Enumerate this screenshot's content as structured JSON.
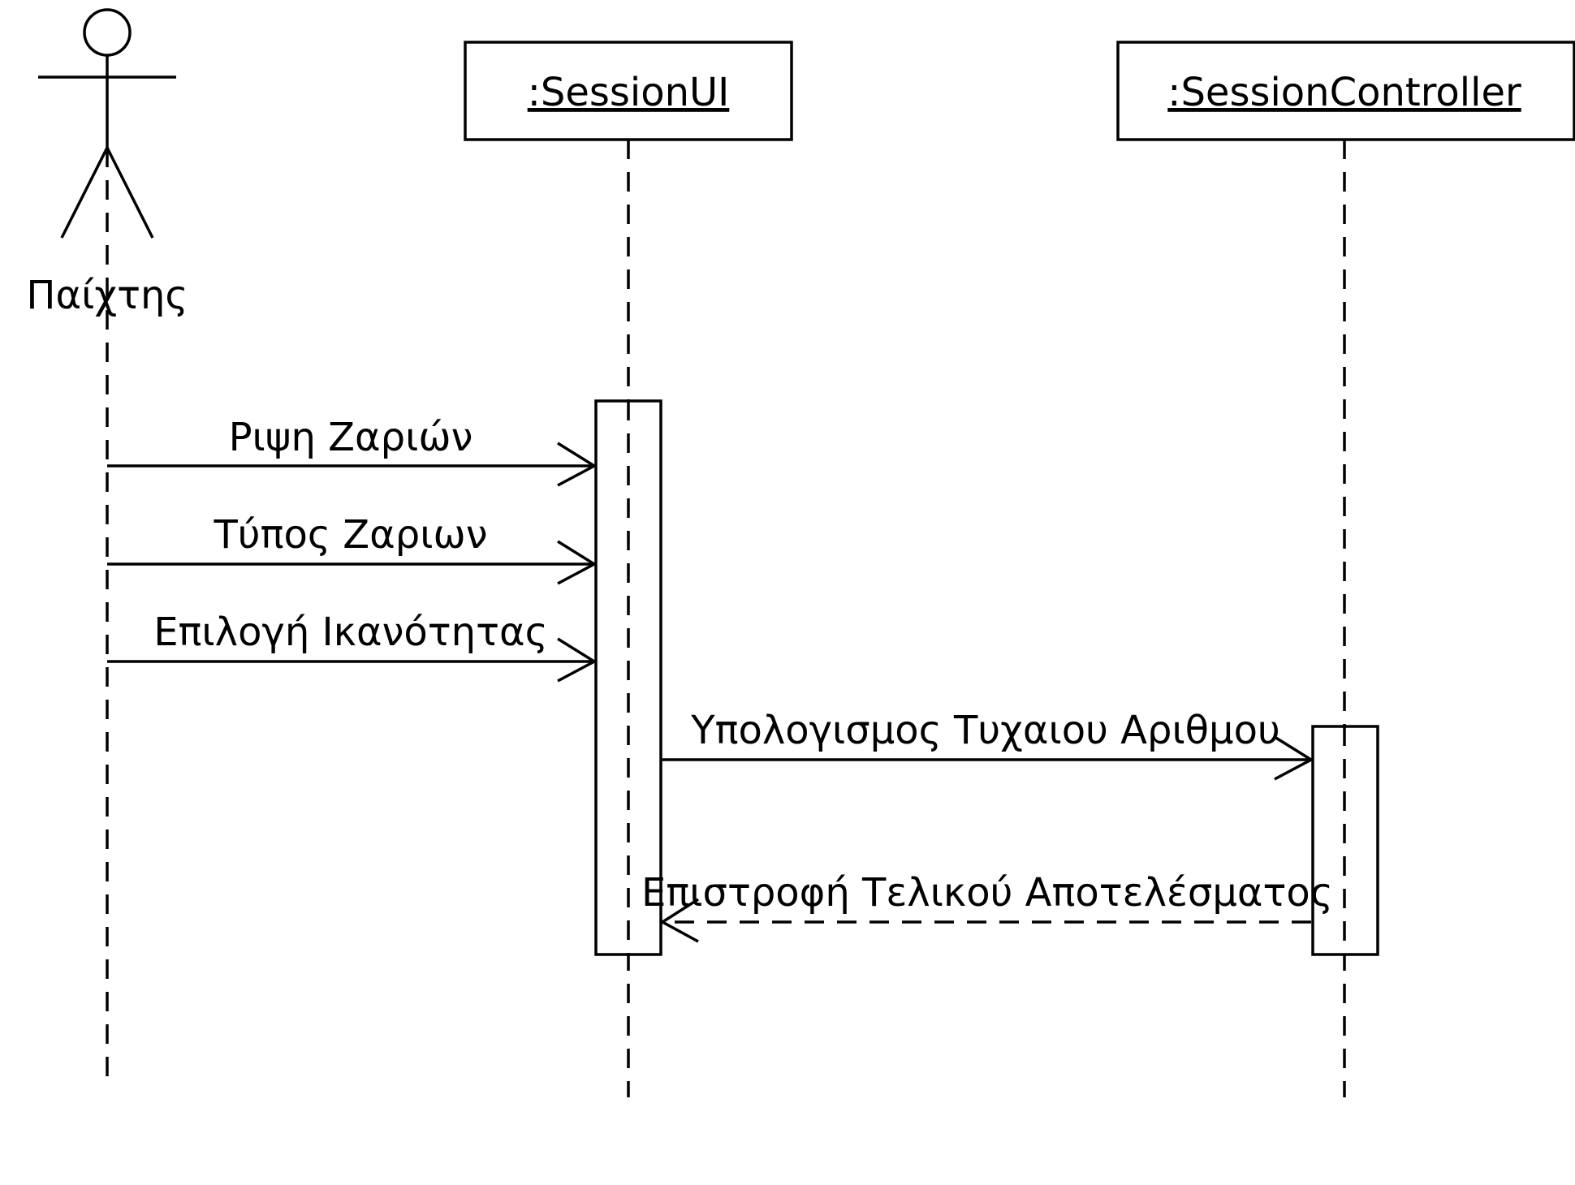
{
  "actor": {
    "name": "Παίχτης"
  },
  "lifelines": [
    {
      "name": ":SessionUI"
    },
    {
      "name": ":SessionController"
    }
  ],
  "messages": [
    {
      "label": "Ριψη Ζαριών",
      "type": "sync"
    },
    {
      "label": "Τύπος Ζαριων",
      "type": "sync"
    },
    {
      "label": "Επιλογή Ικανότητας",
      "type": "sync"
    },
    {
      "label": "Υπολογισμος Τυχαιου Αριθμου",
      "type": "sync"
    },
    {
      "label": "Επιστροφή Τελικού Αποτελέσματος",
      "type": "return"
    }
  ],
  "colors": {
    "line": "#000000",
    "background": "#ffffff"
  }
}
